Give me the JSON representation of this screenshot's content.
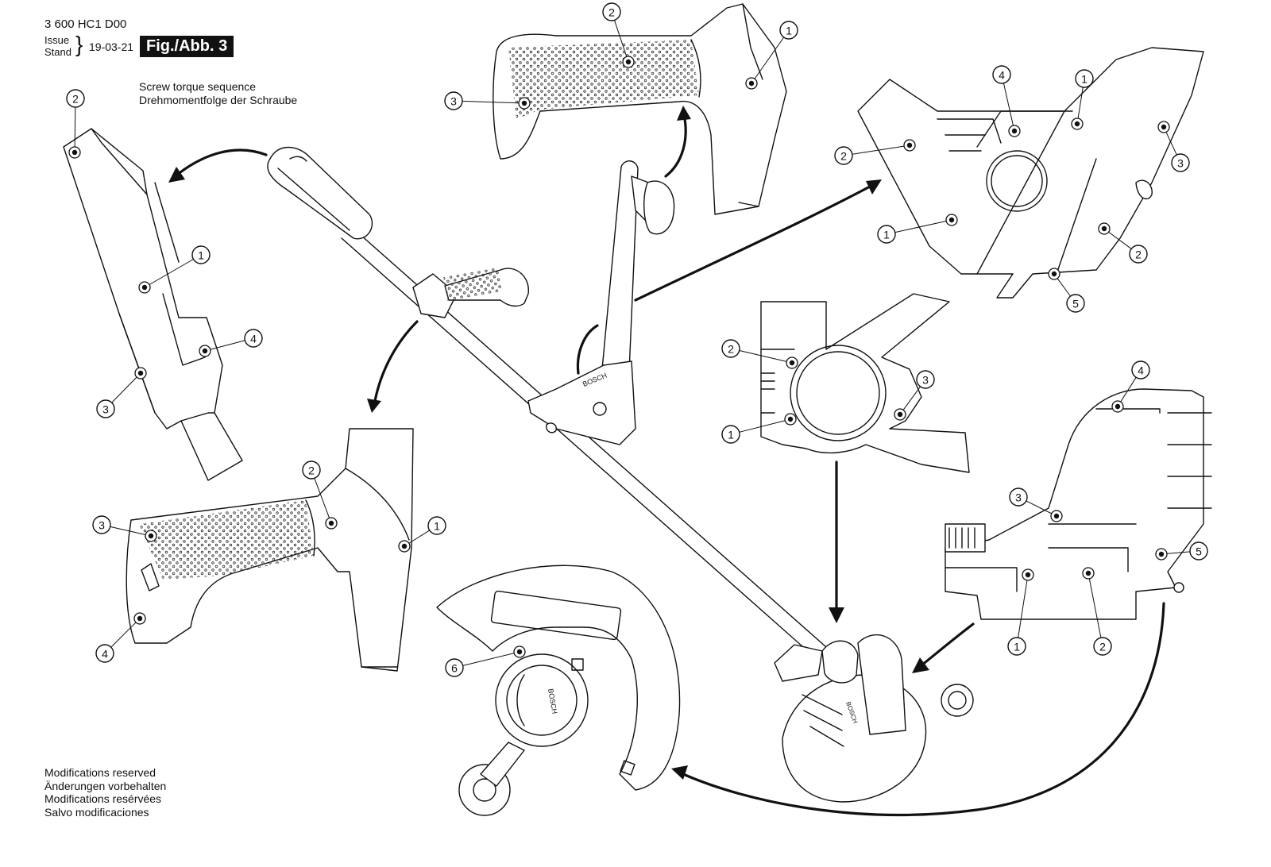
{
  "header": {
    "doc_number": "3 600 HC1 D00",
    "issue_lines": [
      "Issue",
      "Stand"
    ],
    "brace": "}",
    "date": "19-03-21",
    "figure_label": "Fig./Abb. 3"
  },
  "caption": {
    "lines": [
      "Screw torque sequence",
      "Drehmomentfolge der Schraube"
    ]
  },
  "modifications": {
    "lines": [
      "Modifications reserved",
      "Änderungen vorbehalten",
      "Modifications resérvées",
      "Salvo modificaciones"
    ]
  },
  "callouts": {
    "tube_housing": [
      "2",
      "1",
      "4",
      "3"
    ],
    "top_handle": [
      "2",
      "1",
      "3"
    ],
    "motor_housing_top": [
      "4",
      "1",
      "3",
      "2",
      "1",
      "2",
      "5"
    ],
    "aux_handle": [
      "2",
      "3",
      "1",
      "4"
    ],
    "head_joint": [
      "2",
      "3",
      "1"
    ],
    "guard": [
      "6"
    ],
    "motor_side": [
      "4",
      "3",
      "5",
      "1",
      "2"
    ]
  },
  "brand_marks": [
    "BOSCH",
    "BOSCH",
    "BOSCH"
  ],
  "colors": {
    "ink": "#111111",
    "paper": "#ffffff",
    "label_bg": "#111111",
    "label_text": "#ffffff"
  }
}
